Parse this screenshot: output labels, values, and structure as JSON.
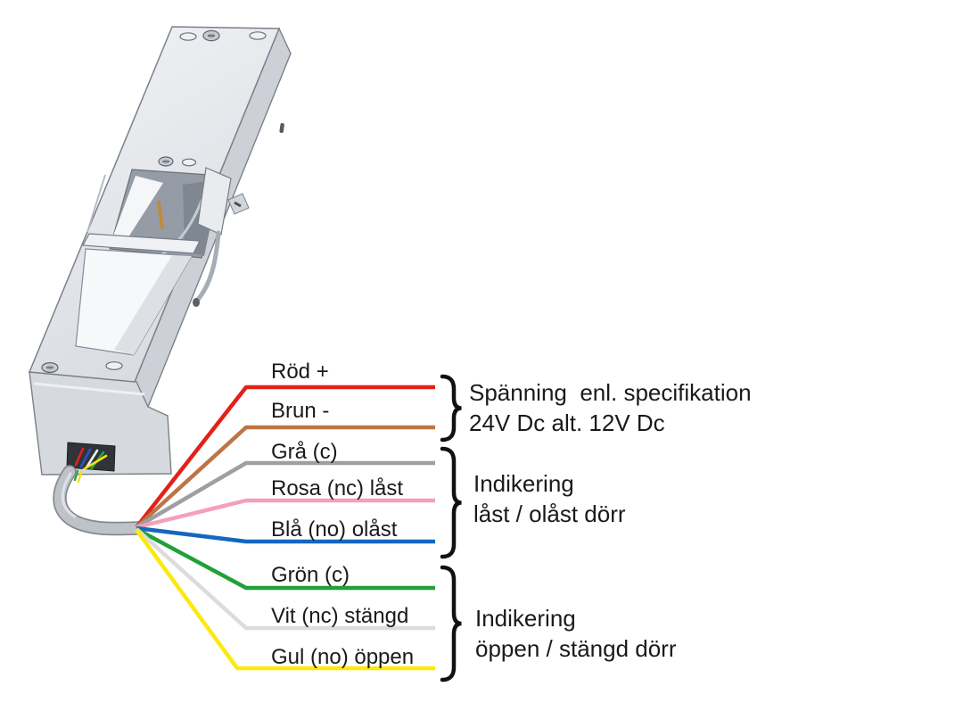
{
  "diagram": {
    "subject": "electric-strike-wiring",
    "background_color": "#ffffff",
    "text_color": "#1a1a1a"
  },
  "wires": [
    {
      "label": "Röd +",
      "color": "#e32119"
    },
    {
      "label": "Brun -",
      "color": "#bd7544"
    },
    {
      "label": "Grå (c)",
      "color": "#9d9fa2"
    },
    {
      "label": "Rosa (nc) låst",
      "color": "#f4a0ba"
    },
    {
      "label": "Blå (no) olåst",
      "color": "#1566c0"
    },
    {
      "label": "Grön (c)",
      "color": "#22a038"
    },
    {
      "label": "Vit (nc) stängd",
      "color": "#dcdcdc"
    },
    {
      "label": "Gul (no) öppen",
      "color": "#fbe90f"
    }
  ],
  "groups": [
    {
      "lines": [
        "Spänning  enl. specifikation",
        "24V Dc alt. 12V Dc"
      ]
    },
    {
      "lines": [
        "Indikering",
        "låst / olåst dörr"
      ]
    },
    {
      "lines": [
        "Indikering",
        "öppen / stängd dörr"
      ]
    }
  ]
}
